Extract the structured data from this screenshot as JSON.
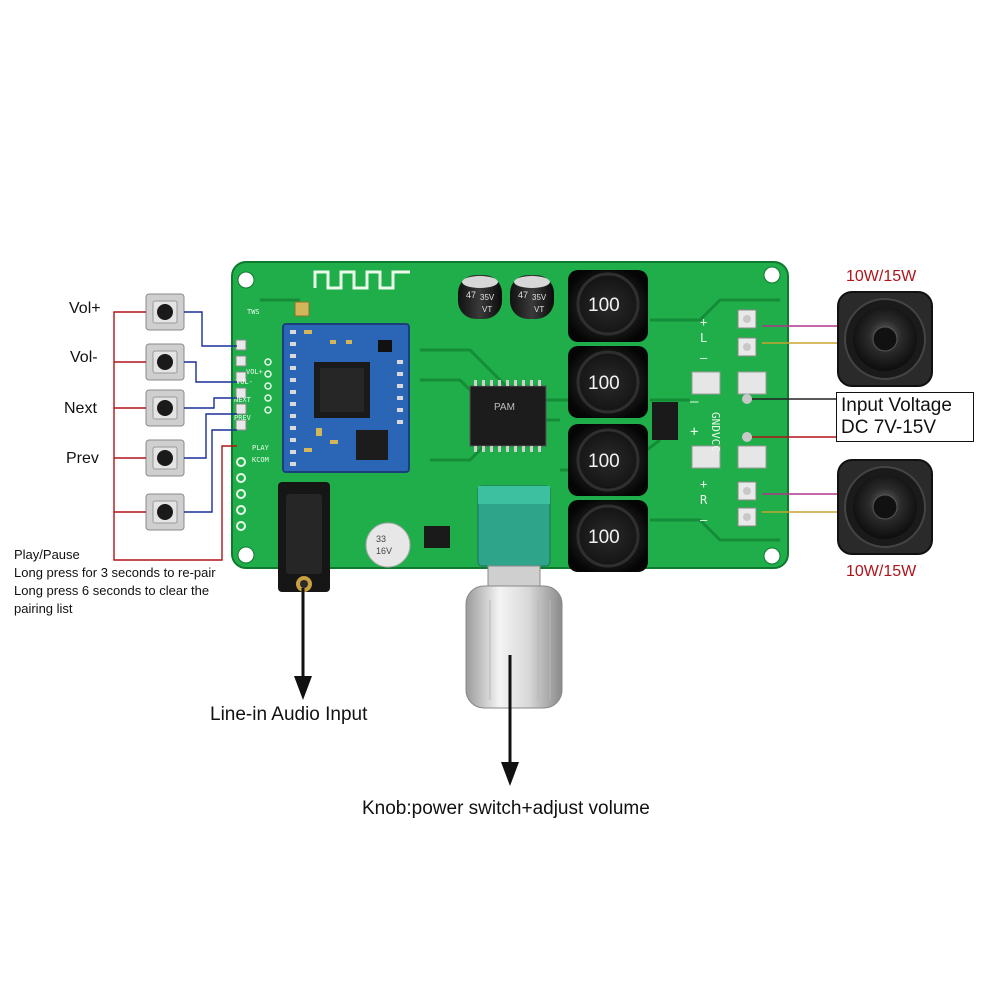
{
  "buttons": [
    {
      "label": "Vol+"
    },
    {
      "label": "Vol-"
    },
    {
      "label": "Next"
    },
    {
      "label": "Prev"
    },
    {
      "label": ""
    }
  ],
  "play_note": {
    "line1": "Play/Pause",
    "line2": "Long press for 3 seconds to re-pair",
    "line3": "Long press 6 seconds to clear the",
    "line4": "pairing list"
  },
  "speaker_top_label": "10W/15W",
  "speaker_bottom_label": "10W/15W",
  "input_voltage": {
    "line1": "Input Voltage",
    "line2": "DC 7V-15V"
  },
  "line_in_label": "Line-in Audio Input",
  "knob_label": "Knob:power switch+adjust volume",
  "inductor_value": "100",
  "capacitor_text": {
    "value": "47",
    "voltage": "35V",
    "series": "VT"
  },
  "small_cap_text": {
    "value": "33",
    "voltage": "16V"
  },
  "amp_chip_text": "PAM",
  "silkscreen": {
    "vol_plus": "VOL+",
    "vol_minus": "VOL-",
    "next": "NEXT",
    "prev": "PREV",
    "play": "PLAY",
    "kcom": "KCOM",
    "tws": "TWS",
    "l_out": "L",
    "r_out": "R",
    "gnd": "GND",
    "vcc": "VCC",
    "plus": "+",
    "minus": "—"
  },
  "colors": {
    "pcb": "#1fae4a",
    "pcb_dark": "#148a36",
    "module": "#2b66b6",
    "label_red": "#b0141a",
    "wire_blue": "#1b2f9a",
    "wire_red": "#b0141a",
    "wire_pink": "#b0338a",
    "wire_gold": "#c9a330",
    "potentiometer": "#2ea58a"
  },
  "icons": [
    "push-button-icon",
    "speaker-icon",
    "arrow-down-icon"
  ]
}
